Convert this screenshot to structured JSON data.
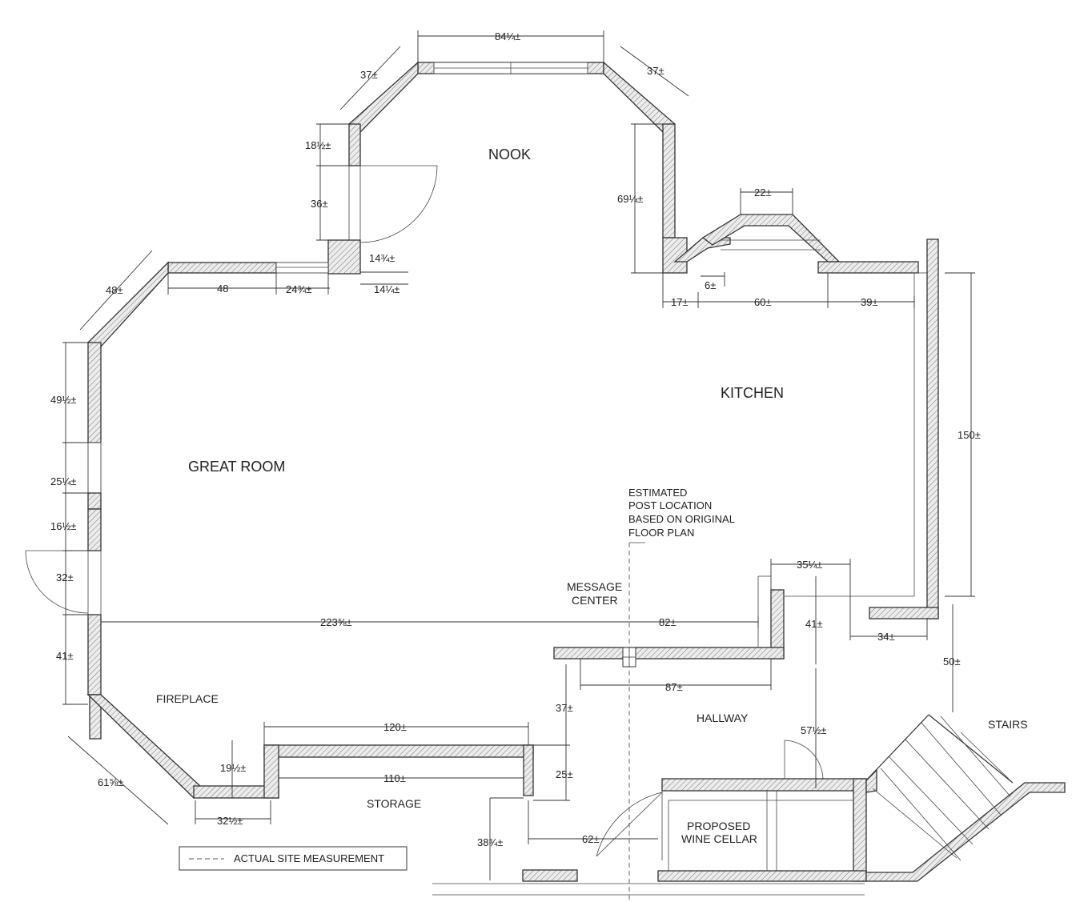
{
  "rooms": {
    "nook": "NOOK",
    "kitchen": "KITCHEN",
    "great_room": "GREAT ROOM",
    "hallway": "HALLWAY",
    "stairs": "STAIRS",
    "storage": "STORAGE",
    "fireplace": "FIREPLACE",
    "wine_cellar_line1": "PROPOSED",
    "wine_cellar_line2": "WINE CELLAR",
    "message_center_line1": "MESSAGE",
    "message_center_line2": "CENTER"
  },
  "note": {
    "line1": "ESTIMATED",
    "line2": "POST LOCATION",
    "line3": "BASED ON ORIGINAL",
    "line4": "FLOOR PLAN"
  },
  "legend": {
    "label": "ACTUAL SITE MEASUREMENT"
  },
  "dims": {
    "nook_top": "84¼±",
    "nook_left_diag": "37±",
    "nook_right_diag": "37±",
    "nook_left_upper": "18½±",
    "nook_door": "36±",
    "nook_jamb": "14¾±",
    "nook_right_wall": "69¼±",
    "bay_top": "22±",
    "bay_small": "6±",
    "kitchen_17": "17±",
    "kitchen_60": "60±",
    "kitchen_39": "39±",
    "kitchen_right": "150±",
    "gr_diag_top": "48±",
    "gr_top": "48",
    "gr_window": "24¾±",
    "gr_jamb": "14¼±",
    "gr_left_1": "49½±",
    "gr_left_2": "25¼±",
    "gr_left_3": "16½±",
    "gr_door": "32±",
    "gr_left_4": "41±",
    "gr_width": "223⅝±",
    "msg_82": "82±",
    "counter_35": "35¼±",
    "counter_41": "41±",
    "counter_34": "34±",
    "stairs_50": "50±",
    "hall_87": "87±",
    "hall_37": "37±",
    "hall_57": "57½±",
    "fire_diag": "61⅝±",
    "fire_19": "19½±",
    "fire_32": "32½±",
    "storage_120": "120±",
    "storage_110": "110±",
    "storage_25": "25±",
    "storage_38": "38¾±",
    "cellar_62": "62±"
  },
  "colors": {
    "line": "#333333",
    "hatch": "#555555",
    "background": "#ffffff"
  }
}
